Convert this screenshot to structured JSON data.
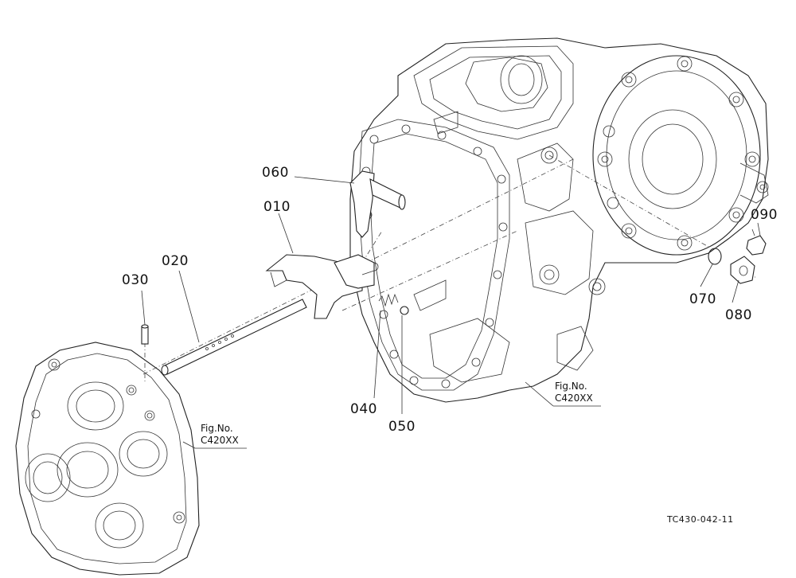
{
  "parts": [
    {
      "id": "p010",
      "label": "010"
    },
    {
      "id": "p020",
      "label": "020"
    },
    {
      "id": "p030",
      "label": "030"
    },
    {
      "id": "p040",
      "label": "040"
    },
    {
      "id": "p050",
      "label": "050"
    },
    {
      "id": "p060",
      "label": "060"
    },
    {
      "id": "p070",
      "label": "070"
    },
    {
      "id": "p080",
      "label": "080"
    },
    {
      "id": "p090",
      "label": "090"
    }
  ],
  "fig_refs": [
    {
      "line1": "Fig.No.",
      "line2": "C420XX"
    },
    {
      "line1": "Fig.No.",
      "line2": "C420XX"
    }
  ],
  "drawing_code": "TC430-042-11"
}
